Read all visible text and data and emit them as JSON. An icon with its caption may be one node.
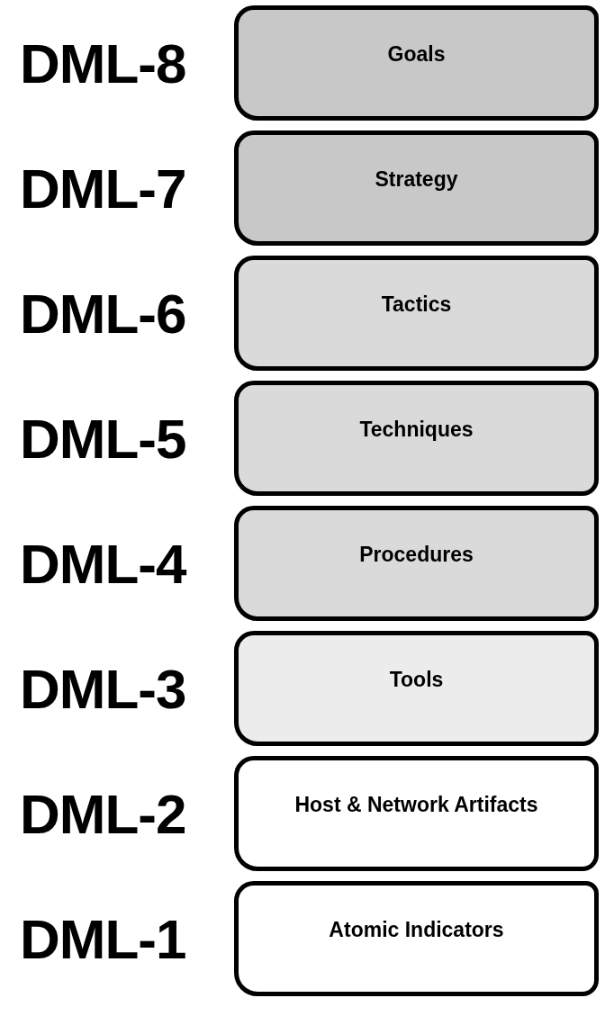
{
  "diagram": {
    "nodes": [
      {
        "text": [
          "Goals"
        ],
        "beside": [
          "DML-8"
        ]
      },
      {
        "text": [
          "Strategy"
        ],
        "beside": [
          "DML-7"
        ]
      },
      {
        "text": [
          "Tactics"
        ],
        "beside": [
          "DML-6"
        ]
      },
      {
        "text": [
          "Techniques"
        ],
        "beside": [
          "DML-5"
        ]
      },
      {
        "text": [
          "Procedures"
        ],
        "beside": [
          "DML-4"
        ]
      },
      {
        "text": [
          "Tools"
        ],
        "beside": [
          "DML-3"
        ]
      },
      {
        "text": [
          "Host & Network Artifacts"
        ],
        "beside": [
          "DML-2"
        ]
      },
      {
        "text": [
          "Atomic Indicators"
        ],
        "beside": [
          "DML-1"
        ]
      }
    ]
  }
}
